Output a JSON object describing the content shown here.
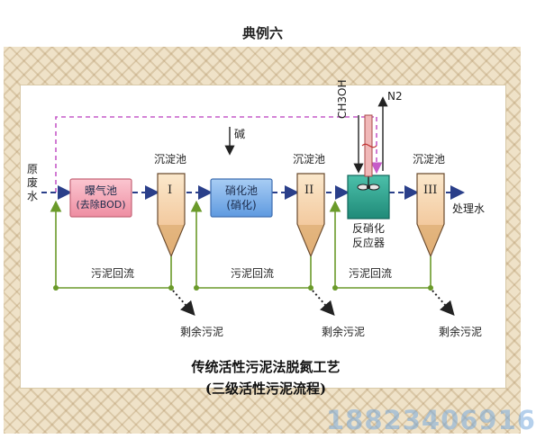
{
  "page_title": "典例六",
  "inputs": {
    "raw_water": "原废水",
    "alkali": "碱",
    "methanol": "CH3OH",
    "nitrogen": "N2"
  },
  "units": {
    "aeration_tank": [
      "曝气池",
      "(去除BOD)"
    ],
    "settler_1": {
      "title": "沉淀池",
      "numeral": "I"
    },
    "nitrification_tank": [
      "硝化池",
      "(硝化)"
    ],
    "settler_2": {
      "title": "沉淀池",
      "numeral": "II"
    },
    "denitrification_reactor": [
      "反硝化",
      "反应器"
    ],
    "settler_3": {
      "title": "沉淀池",
      "numeral": "III"
    }
  },
  "outputs": {
    "treated_water": "处理水",
    "excess_sludge": "剩余污泥"
  },
  "recycle_label": "污泥回流",
  "caption": [
    "传统活性污泥法脱氮工艺",
    "(三级活性污泥流程)"
  ],
  "watermark": "18823406916",
  "colors": {
    "main_flow": "#2a3f8a",
    "bypass": "#c65cc8",
    "sludge_line": "#6a9a2a",
    "aeration_fill": "#f3a0b0",
    "nitrification_fill": "#78aee8",
    "reactor_fill": "#2ea896",
    "settler_fill": "#f6d2a4"
  }
}
